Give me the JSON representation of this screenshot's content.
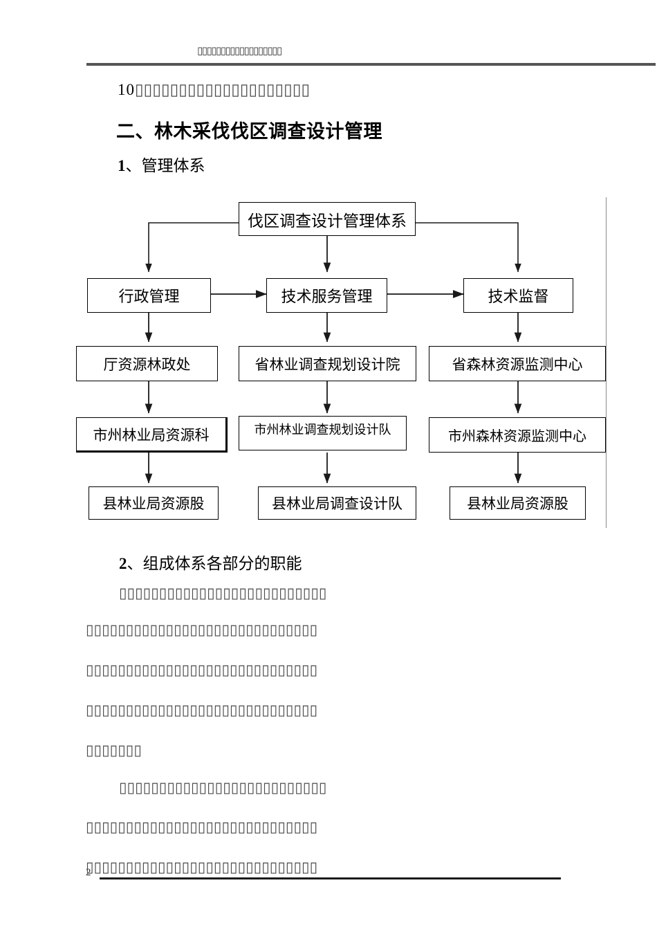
{
  "header": {
    "running_head": "▯▯▯▯▯▯▯▯▯▯▯▯▯▯▯▯▯▯"
  },
  "body": {
    "item10_number": "10",
    "item10_text": "▯▯▯▯▯▯▯▯▯▯▯▯▯▯▯▯▯▯▯▯",
    "section_two_heading": "二、林木采伐伐区调查设计管理",
    "section_1_number": "1",
    "section_1_title": "、管理体系",
    "section_2_number": "2",
    "section_2_title": "、组成体系各部分的职能",
    "paragraphs": [
      "▯▯▯▯▯▯▯▯▯▯▯▯▯▯▯▯▯▯▯▯▯▯▯▯▯▯",
      "▯▯▯▯▯▯▯▯▯▯▯▯▯▯▯▯▯▯▯▯▯▯▯▯▯▯▯▯▯",
      "▯▯▯▯▯▯▯▯▯▯▯▯▯▯▯▯▯▯▯▯▯▯▯▯▯▯▯▯▯",
      "▯▯▯▯▯▯▯▯▯▯▯▯▯▯▯▯▯▯▯▯▯▯▯▯▯▯▯▯▯",
      "▯▯▯▯▯▯▯",
      "▯▯▯▯▯▯▯▯▯▯▯▯▯▯▯▯▯▯▯▯▯▯▯▯▯▯",
      "▯▯▯▯▯▯▯▯▯▯▯▯▯▯▯▯▯▯▯▯▯▯▯▯▯▯▯▯▯",
      "▯▯▯▯▯▯▯▯▯▯▯▯▯▯▯▯▯▯▯▯▯▯▯▯▯▯▯▯▯"
    ]
  },
  "diagram": {
    "title_node": "伐区调查设计管理体系",
    "level2": [
      "行政管理",
      "技术服务管理",
      "技术监督"
    ],
    "level3": [
      "厅资源林政处",
      "省林业调查规划设计院",
      "省森林资源监测中心"
    ],
    "level4": [
      "市州林业局资源科",
      "市州林业调查规划设计队",
      "市州森林资源监测中心"
    ],
    "level5": [
      "县林业局资源股",
      "县林业局调查设计队",
      "县林业局资源股"
    ]
  },
  "footer": {
    "page_number": "2"
  },
  "colors": {
    "header_rule": "#555555",
    "footer_rule": "#1a1a1a",
    "text": "#000000",
    "tofu_text": "#4a4a4a",
    "frame_edge": "#8a8a8a"
  }
}
